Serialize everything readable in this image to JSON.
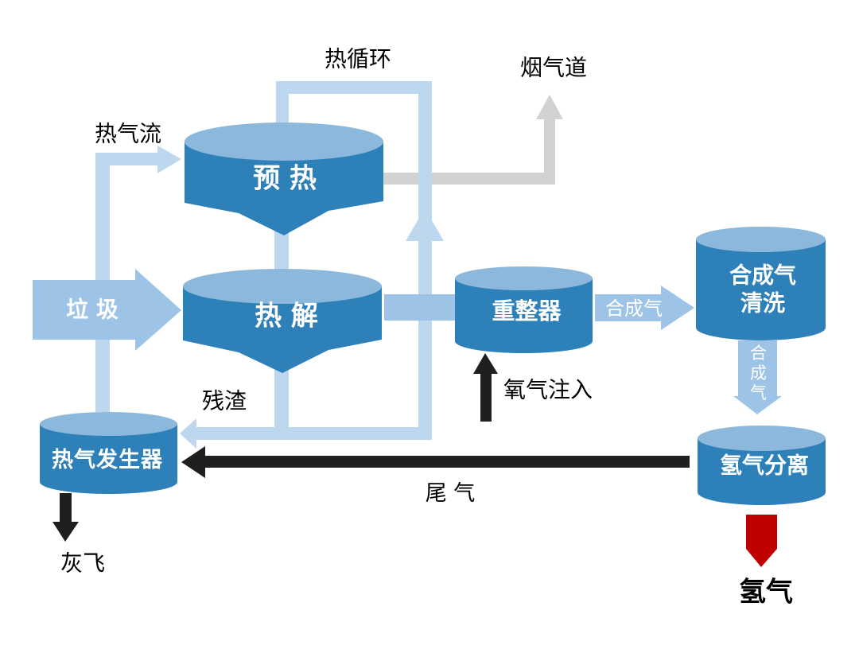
{
  "diagram": {
    "background": "#FFFFFF",
    "colors": {
      "tank_body": "#2E80B9",
      "tank_top": "#8CB8DC",
      "pipe_light": "#BDD7EE",
      "pipe_medium": "#9DC3E6",
      "flue_gray": "#D2D2D2",
      "arrow_black": "#1F1F1F",
      "arrow_red": "#C00000",
      "label_dark": "#000000",
      "label_light": "#FFFFFF"
    },
    "nodes": {
      "preheat": {
        "label": "预 热"
      },
      "pyrolysis": {
        "label": "热 解"
      },
      "reformer": {
        "label": "重整器"
      },
      "syngas_cleaning": {
        "label_line1": "合成气",
        "label_line2": "清洗"
      },
      "hydrogen_separation": {
        "label": "氢气分离"
      },
      "hot_gas_generator": {
        "label": "热气发生器"
      }
    },
    "flows": {
      "waste_input": {
        "label": "垃 圾"
      },
      "hot_gas_stream": {
        "label": "热气流"
      },
      "heat_recycle": {
        "label": "热循环"
      },
      "flue_gas_duct": {
        "label": "烟气道"
      },
      "residue": {
        "label": "残渣"
      },
      "oxygen_injection": {
        "label": "氧气注入"
      },
      "syngas_to_cleaning": {
        "label": "合成气"
      },
      "syngas_to_separation": {
        "label": "合成气"
      },
      "tail_gas": {
        "label": "尾 气"
      },
      "fly_ash": {
        "label": "灰飞"
      },
      "hydrogen_product": {
        "label": "氢气"
      }
    }
  }
}
